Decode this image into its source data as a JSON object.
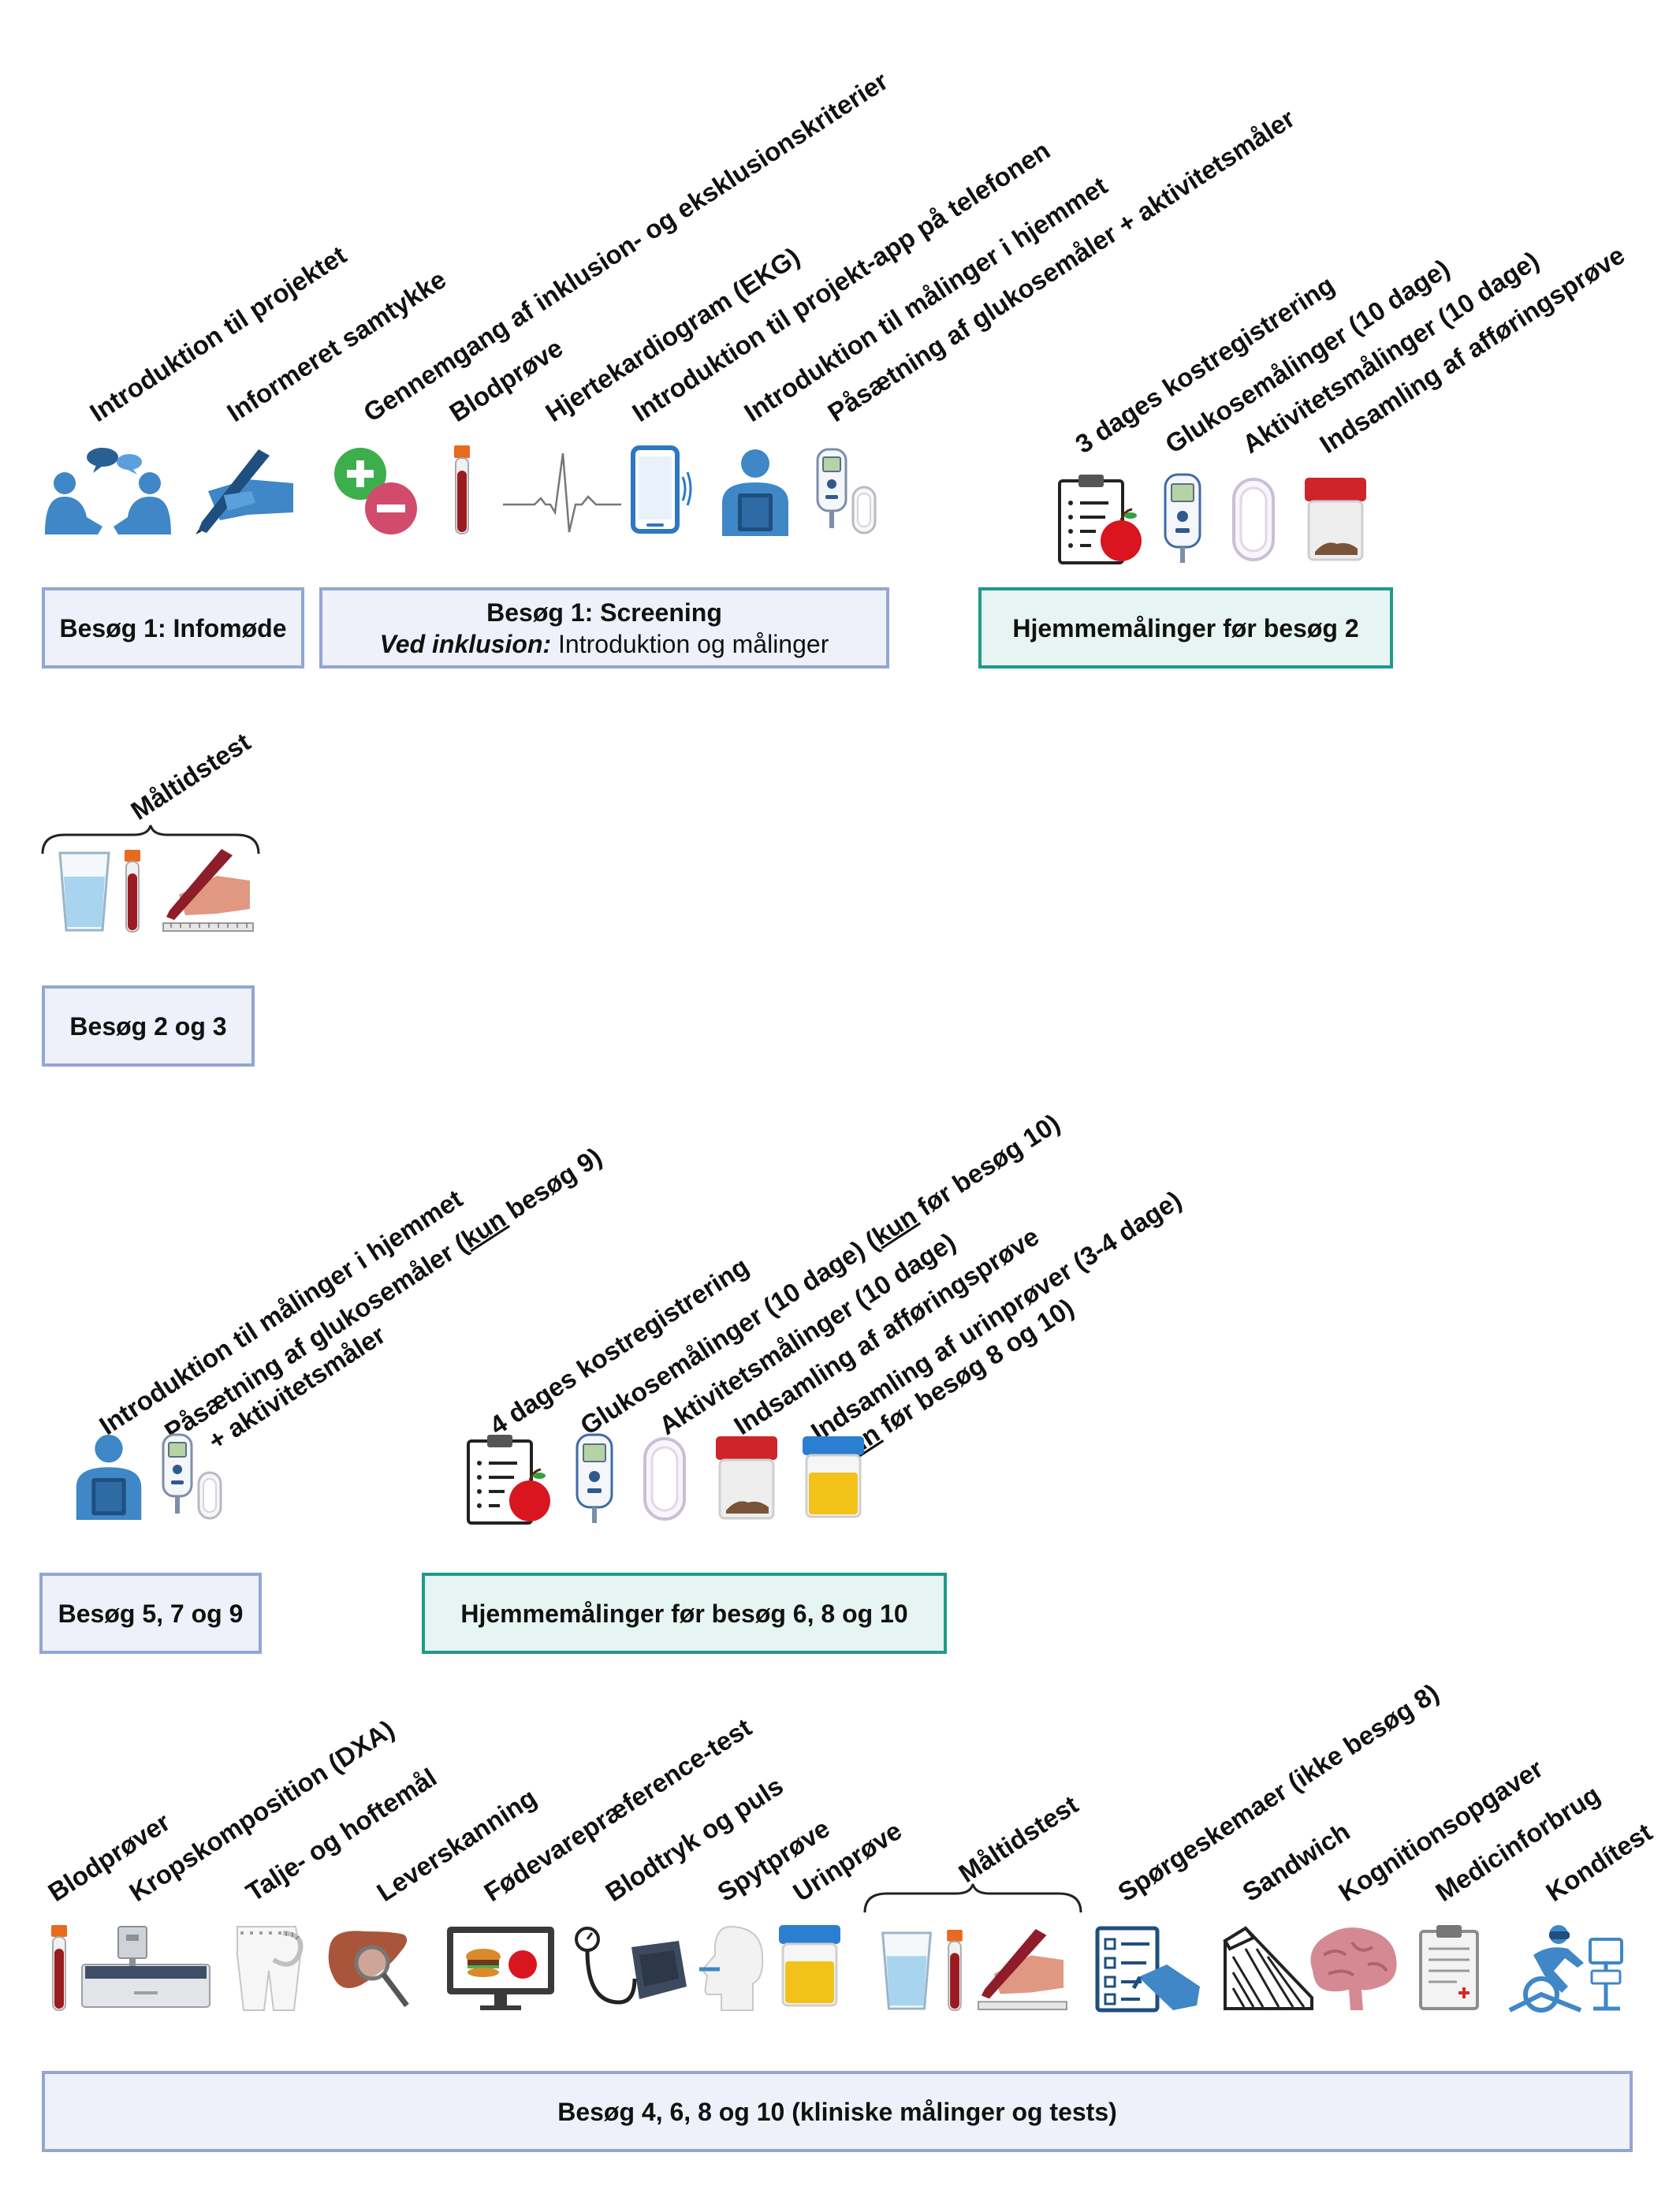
{
  "section1": {
    "labels": [
      "Introduktion til projektet",
      "Informeret samtykke",
      "Gennemgang af inklusion- og eksklusionskriterier",
      "Blodprøve",
      "Hjertekardiogram (EKG)",
      "Introduktion til projekt-app på telefonen",
      "Introduktion til målinger i hjemmet",
      "Påsætning af glukosemåler + aktivitetsmåler"
    ],
    "home_labels": [
      "3 dages kostregistrering",
      "Glukosemålinger  (10 dage)",
      "Aktivitetsmålinger (10 dage)",
      "Indsamling af afføringsprøve"
    ],
    "box_infomode": "Besøg 1: Infomøde",
    "box_screening_line1": "Besøg 1: Screening",
    "box_screening_italic": "Ved inklusion:",
    "box_screening_rest": " Introduktion og målinger",
    "box_home": "Hjemmemålinger før besøg 2"
  },
  "section2": {
    "label": "Måltidstest",
    "box": "Besøg 2 og 3"
  },
  "section3": {
    "label_intro": "Introduktion til målinger i hjemmet",
    "label_glucose_a": "Påsætning af glukosemåler (",
    "label_glucose_u": "kun",
    "label_glucose_b": " besøg 9)",
    "label_glucose_line2": "+ aktivitetsmåler",
    "home_labels": {
      "diet": "4 dages kostregistrering",
      "glucose_a": "Glukosemålinger  (10 dage) (",
      "glucose_u": "kun",
      "glucose_b": " før besøg 10)",
      "activity": "Aktivitetsmålinger (10 dage)",
      "stool": "Indsamling af afføringsprøve",
      "urine_line1": "Indsamling af urinprøver (3-4 dage)",
      "urine_line2_a": "(",
      "urine_line2_u": "kun",
      "urine_line2_b": " før besøg 8 og 10)"
    },
    "box_visits": "Besøg 5, 7 og 9",
    "box_home": "Hjemmemålinger før besøg 6, 8 og 10"
  },
  "section4": {
    "labels": [
      "Blodprøver",
      "Kropskomposition (DXA)",
      "Talje- og hoftemål",
      "Leverskanning",
      "Fødevarepræference-test",
      "Blodtryk og puls",
      "Spytprøve",
      "Urinprøve",
      "Måltidstest",
      "Spørgeskemaer (ikke besøg 8)",
      "Sandwich",
      "Kognitionsopgaver",
      "Medicinforbrug",
      "Kondítest"
    ],
    "box": "Besøg 4, 6, 8 og 10 (kliniske målinger og tests)"
  },
  "colors": {
    "blue_box_border": "#93a6d3",
    "blue_box_fill": "#eef1f9",
    "teal_box_border": "#1f9a8a",
    "teal_box_fill": "#e6f5f2",
    "icon_blue": "#3f87c7",
    "blood_red": "#9b1b22"
  }
}
